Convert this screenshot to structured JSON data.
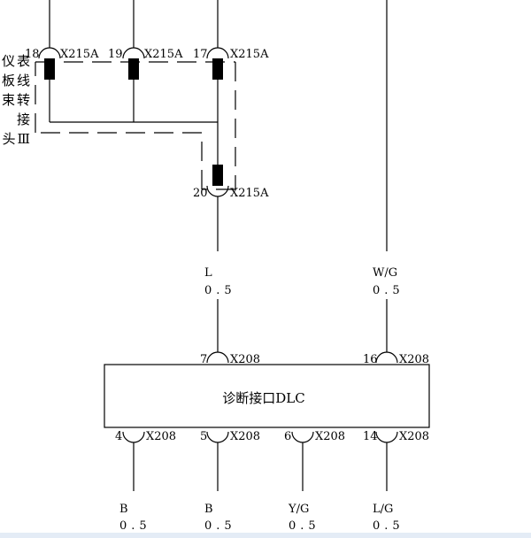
{
  "side_label": [
    "仪表",
    "板线",
    "束转",
    "接",
    "头Ⅲ"
  ],
  "top_connectors": [
    {
      "pin": "18",
      "name": "X215A"
    },
    {
      "pin": "19",
      "name": "X215A"
    },
    {
      "pin": "17",
      "name": "X215A"
    },
    {
      "pin": "20",
      "name": "X215A"
    }
  ],
  "wires_mid": [
    {
      "color": "L",
      "size": "0.5"
    },
    {
      "color": "W/G",
      "size": "0.5"
    }
  ],
  "dlc": {
    "label": "诊断接口DLC",
    "top_pins": [
      {
        "pin": "7",
        "name": "X208"
      },
      {
        "pin": "16",
        "name": "X208"
      }
    ],
    "bottom_pins": [
      {
        "pin": "4",
        "name": "X208"
      },
      {
        "pin": "5",
        "name": "X208"
      },
      {
        "pin": "6",
        "name": "X208"
      },
      {
        "pin": "14",
        "name": "X208"
      }
    ]
  },
  "wires_bottom": [
    {
      "color": "B",
      "size": "0.5"
    },
    {
      "color": "B",
      "size": "0.5"
    },
    {
      "color": "Y/G",
      "size": "0.5"
    },
    {
      "color": "L/G",
      "size": "0.5"
    }
  ]
}
